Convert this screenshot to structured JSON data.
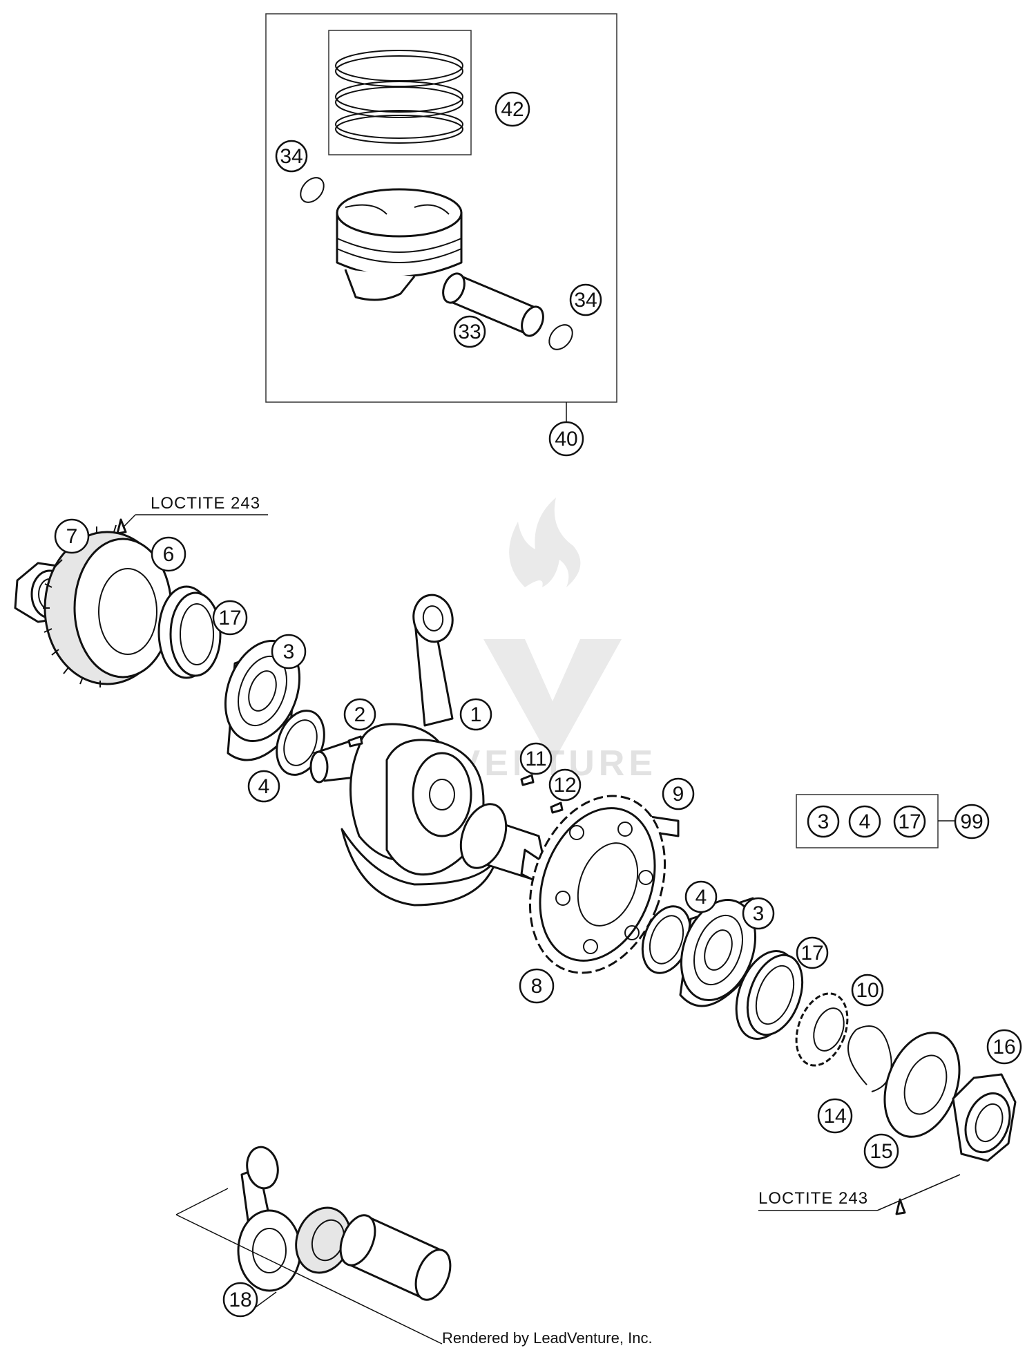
{
  "callouts": [
    {
      "id": "c42",
      "label": "42"
    },
    {
      "id": "c34a",
      "label": "34"
    },
    {
      "id": "c34b",
      "label": "34"
    },
    {
      "id": "c33",
      "label": "33"
    },
    {
      "id": "c40",
      "label": "40"
    },
    {
      "id": "c7",
      "label": "7"
    },
    {
      "id": "c6",
      "label": "6"
    },
    {
      "id": "c17a",
      "label": "17"
    },
    {
      "id": "c3a",
      "label": "3"
    },
    {
      "id": "c2",
      "label": "2"
    },
    {
      "id": "c1",
      "label": "1"
    },
    {
      "id": "c4a",
      "label": "4"
    },
    {
      "id": "c11",
      "label": "11"
    },
    {
      "id": "c12",
      "label": "12"
    },
    {
      "id": "c9",
      "label": "9"
    },
    {
      "id": "k3",
      "label": "3"
    },
    {
      "id": "k4",
      "label": "4"
    },
    {
      "id": "k17",
      "label": "17"
    },
    {
      "id": "k99",
      "label": "99"
    },
    {
      "id": "c4b",
      "label": "4"
    },
    {
      "id": "c3b",
      "label": "3"
    },
    {
      "id": "c17b",
      "label": "17"
    },
    {
      "id": "c10",
      "label": "10"
    },
    {
      "id": "c8",
      "label": "8"
    },
    {
      "id": "c16",
      "label": "16"
    },
    {
      "id": "c14",
      "label": "14"
    },
    {
      "id": "c15",
      "label": "15"
    },
    {
      "id": "c18",
      "label": "18"
    }
  ],
  "notes": {
    "loctite_top": "LOCTITE 243",
    "loctite_bottom": "LOCTITE 243"
  },
  "credit": "Rendered by LeadVenture, Inc.",
  "watermark": "LEADVENTURE"
}
